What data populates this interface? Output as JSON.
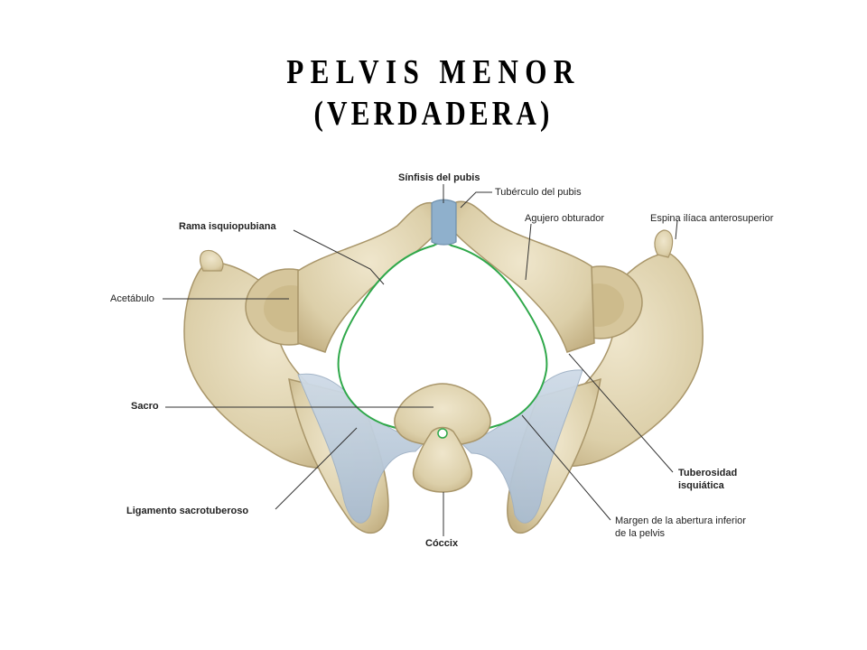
{
  "title": {
    "line1": "PELVIS MENOR",
    "line2": "(VERDADERA)"
  },
  "labels": {
    "sinfisis": "Sínfisis del pubis",
    "tuberculo": "Tubérculo del pubis",
    "rama": "Rama isquiopubiana",
    "agujero": "Agujero obturador",
    "espina": "Espina ilíaca anterosuperior",
    "acetabulo": "Acetábulo",
    "sacro": "Sacro",
    "tuberosidad_1": "Tuberosidad",
    "tuberosidad_2": "isquiática",
    "ligamento": "Ligamento sacrotuberoso",
    "margen_1": "Margen de la abertura inferior",
    "margen_2": "de la pelvis",
    "coccix": "Cóccix"
  },
  "colors": {
    "bone": "#e4d8b8",
    "bone_shade": "#c9b88e",
    "bone_dark": "#a9966a",
    "ligament": "#b9c9d9",
    "symphysis": "#8fb0cc",
    "outlet_margin": "#2fa84a",
    "leader": "#333333"
  }
}
